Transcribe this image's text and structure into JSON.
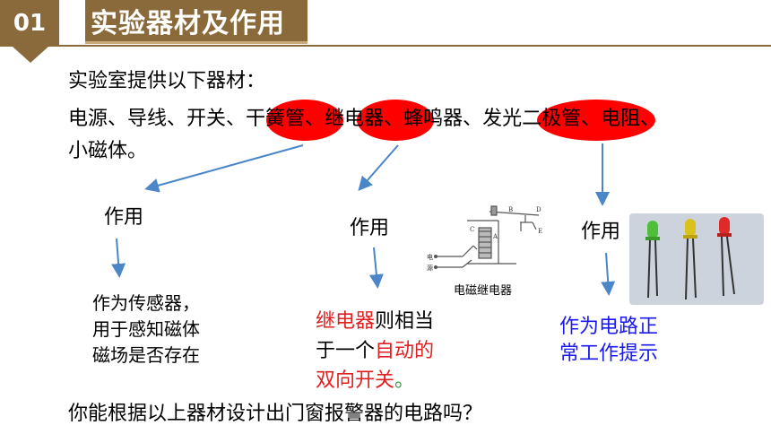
{
  "header": {
    "number": "01",
    "title": "实验器材及作用"
  },
  "intro": {
    "line1": "实验室提供以下器材：",
    "line2": {
      "p1": "电源、导线、开关、",
      "reed": "干簧管",
      "sep1": "、",
      "relay": "继电器",
      "p2": "、蜂鸣器、",
      "led": "发光二极管",
      "p3": "、电阻、"
    },
    "line3": "小磁体。"
  },
  "labels": {
    "role1": "作用",
    "role2": "作用",
    "role3": "作用"
  },
  "desc_reed": {
    "l1": "作为传感器，",
    "l2": "用于感知磁体",
    "l3": "磁场是否存在"
  },
  "desc_relay": {
    "l1_red": "继电器",
    "l1_black": "则相当",
    "l2_black": "于一个",
    "l2_red": "自动的",
    "l3_red": "双向开关",
    "l3_end": "。"
  },
  "desc_led": {
    "l1": "作为电路正",
    "l2": "常工作提示"
  },
  "relay_figure": {
    "caption": "电磁继电器",
    "letters": [
      "B",
      "D",
      "A",
      "C",
      "E",
      "电",
      "源"
    ]
  },
  "question": "你能根据以上器材设计出门窗报警器的电路吗？",
  "colors": {
    "brand": "#8a6a3a",
    "highlight": "#ff0000",
    "arrow": "#4a86c8",
    "emphasis_red": "#e02020",
    "emphasis_blue": "#1a1aee"
  },
  "icons": [
    "arrow-down-icon",
    "led-green-icon",
    "led-yellow-icon",
    "led-red-icon"
  ]
}
